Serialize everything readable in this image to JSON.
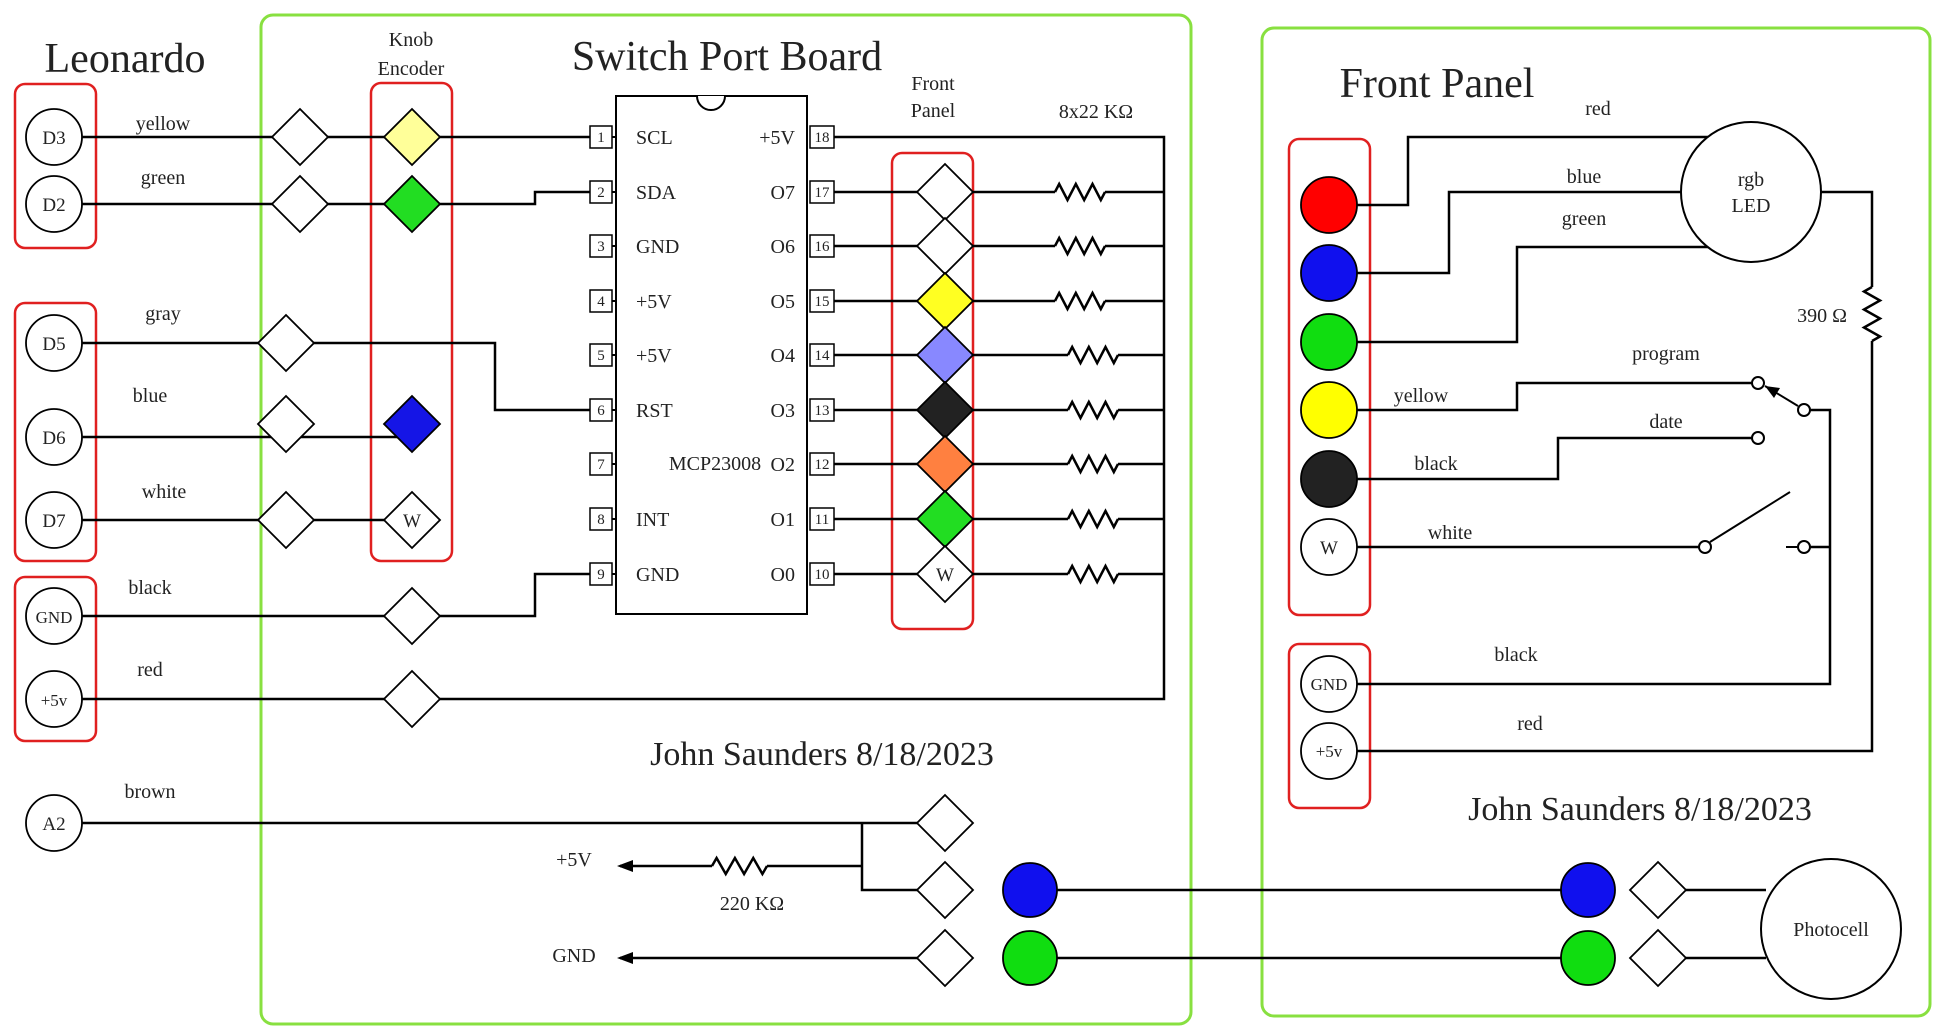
{
  "titles": {
    "leonardo": "Leonardo",
    "switch_port_board": "Switch Port Board",
    "front_panel": "Front Panel",
    "knob_encoder_line1": "Knob",
    "knob_encoder_line2": "Encoder",
    "front_panel_small_line1": "Front",
    "front_panel_small_line2": "Panel",
    "resistor_array": "8x22 KΩ",
    "resistor_390": "390 Ω",
    "resistor_220k": "220 KΩ",
    "signature_left": "John Saunders 8/18/2023",
    "signature_right": "John Saunders 8/18/2023"
  },
  "leonardo_pins": [
    "D3",
    "D2",
    "D5",
    "D6",
    "D7",
    "GND",
    "+5v",
    "A2"
  ],
  "leonardo_wires": [
    "yellow",
    "green",
    "gray",
    "blue",
    "white",
    "black",
    "red",
    "brown"
  ],
  "chip": {
    "name": "MCP23008",
    "left_pins": [
      {
        "num": "1",
        "name": "SCL"
      },
      {
        "num": "2",
        "name": "SDA"
      },
      {
        "num": "3",
        "name": "GND"
      },
      {
        "num": "4",
        "name": "+5V"
      },
      {
        "num": "5",
        "name": "+5V"
      },
      {
        "num": "6",
        "name": "RST"
      },
      {
        "num": "7",
        "name": ""
      },
      {
        "num": "8",
        "name": "INT"
      },
      {
        "num": "9",
        "name": "GND"
      }
    ],
    "right_pins": [
      {
        "num": "18",
        "name": "+5V"
      },
      {
        "num": "17",
        "name": "O7"
      },
      {
        "num": "16",
        "name": "O6"
      },
      {
        "num": "15",
        "name": "O5"
      },
      {
        "num": "14",
        "name": "O4"
      },
      {
        "num": "13",
        "name": "O3"
      },
      {
        "num": "12",
        "name": "O2"
      },
      {
        "num": "11",
        "name": "O1"
      },
      {
        "num": "10",
        "name": "O0"
      }
    ]
  },
  "knob_connector_colors": [
    "#ffff99",
    "#22dd22",
    "#1515e6"
  ],
  "knob_connector_label": "W",
  "front_connector_colors": [
    "#ffffff",
    "#ffffff",
    "#ffff22",
    "#8888ff",
    "#222222",
    "#ff8040",
    "#22dd22",
    "#ffffff"
  ],
  "front_connector_label": "W",
  "bottom_labels": {
    "plus5v": "+5V",
    "gnd": "GND"
  },
  "panel": {
    "button_colors": [
      "#ff0000",
      "#1010ee",
      "#10dd10",
      "#ffff00",
      "#222222",
      "#ffffff"
    ],
    "button_label_w": "W",
    "power_pins": [
      "GND",
      "+5v"
    ],
    "led_line1": "rgb",
    "led_line2": "LED",
    "wire_labels": {
      "red": "red",
      "blue": "blue",
      "green": "green",
      "yellow": "yellow",
      "black": "black",
      "white": "white",
      "program": "program",
      "date": "date",
      "gnd_black": "black",
      "plus5_red": "red"
    },
    "photocell": "Photocell"
  },
  "link_colors": [
    "#1010ee",
    "#10dd10"
  ],
  "colors": {
    "board_outline": "#88e040",
    "group_box": "#e02020"
  }
}
